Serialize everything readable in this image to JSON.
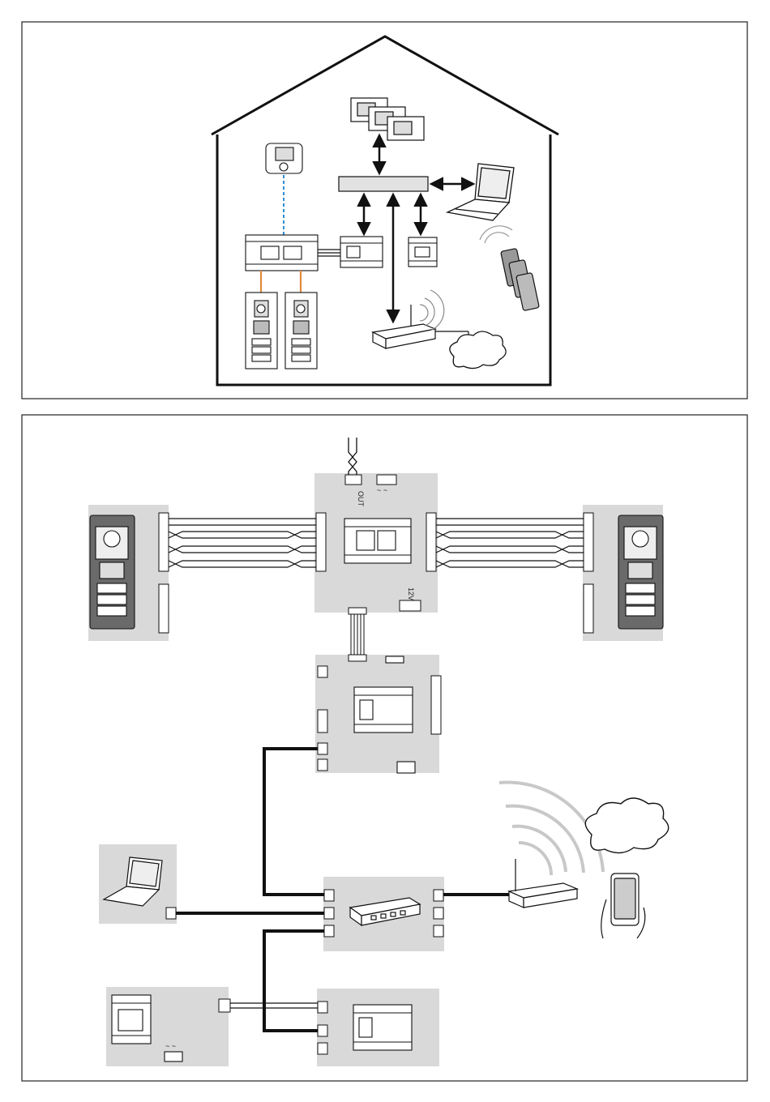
{
  "panels": {
    "overview": {
      "components": [
        "house-outline",
        "monitor-group",
        "desk-station",
        "network-switch",
        "laptop",
        "door-entry-controller",
        "interface-module",
        "power-supply",
        "outdoor-panel-left",
        "outdoor-panel-right",
        "wifi-router",
        "cloud",
        "rfid-badges"
      ]
    },
    "wiring": {
      "labels": {
        "out_terminal": "OUT",
        "ac_symbol": "~ ~",
        "voltage": "12V",
        "ac_bottom": "~ ~"
      },
      "components": [
        "outdoor-panel-left",
        "outdoor-panel-right",
        "central-unit",
        "interface-module",
        "network-switch",
        "laptop",
        "wifi-router",
        "smartphone",
        "cloud",
        "power-supply",
        "ip-module"
      ]
    }
  },
  "colors": {
    "border": "#222222",
    "module_fill": "#d9d9d9",
    "dashed_link": "#2b8fd6",
    "orange_link": "#e08a3c",
    "signal_arc": "#c8c8c8"
  }
}
